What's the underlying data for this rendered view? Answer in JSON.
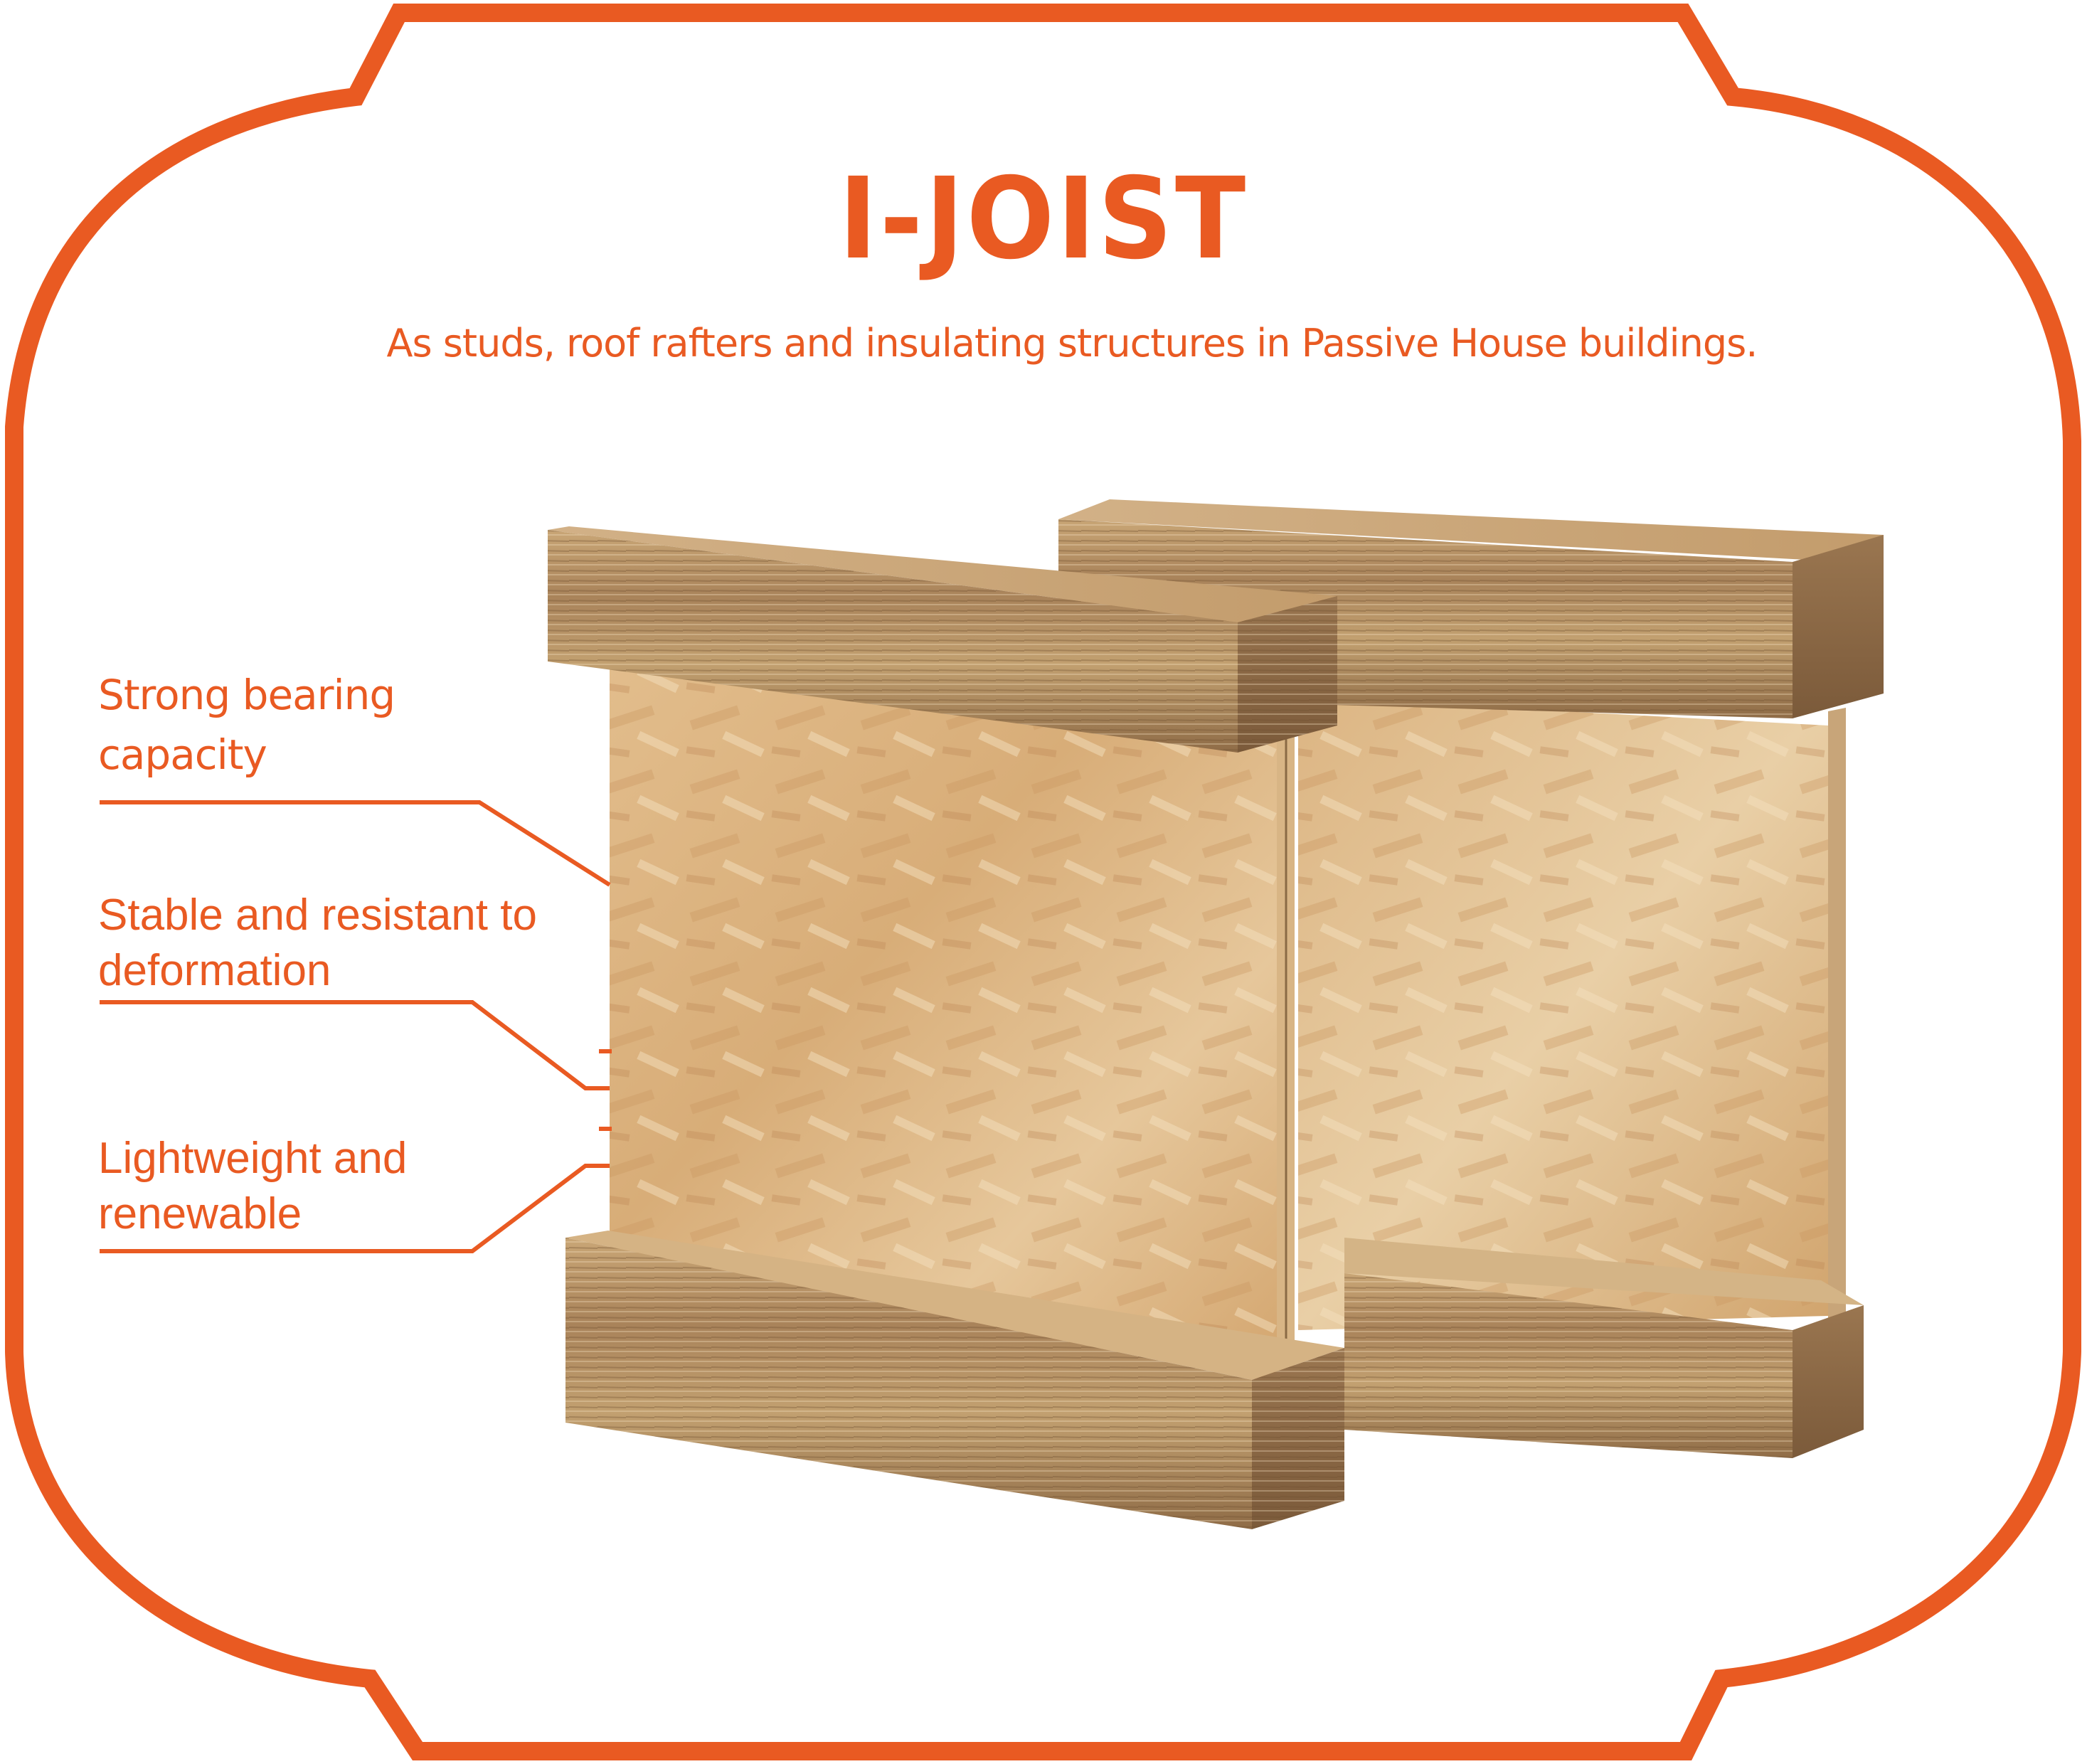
{
  "header": {
    "title": "I-JOIST",
    "subtitle": "As studs, roof rafters and insulating structures in Passive House buildings."
  },
  "features": [
    {
      "line1": "Strong bearing",
      "line2": "capacity"
    },
    {
      "line1": "Stable and resistant to",
      "line2": "deformation"
    },
    {
      "line1": "Lightweight and",
      "line2": "renewable"
    }
  ],
  "product_image": {
    "subject": "two wooden I-joists (LVL flanges with OSB web)"
  },
  "colors": {
    "accent": "#e95a22",
    "background": "#ffffff",
    "flange": "#b08a5a",
    "web": "#dcb37f"
  }
}
